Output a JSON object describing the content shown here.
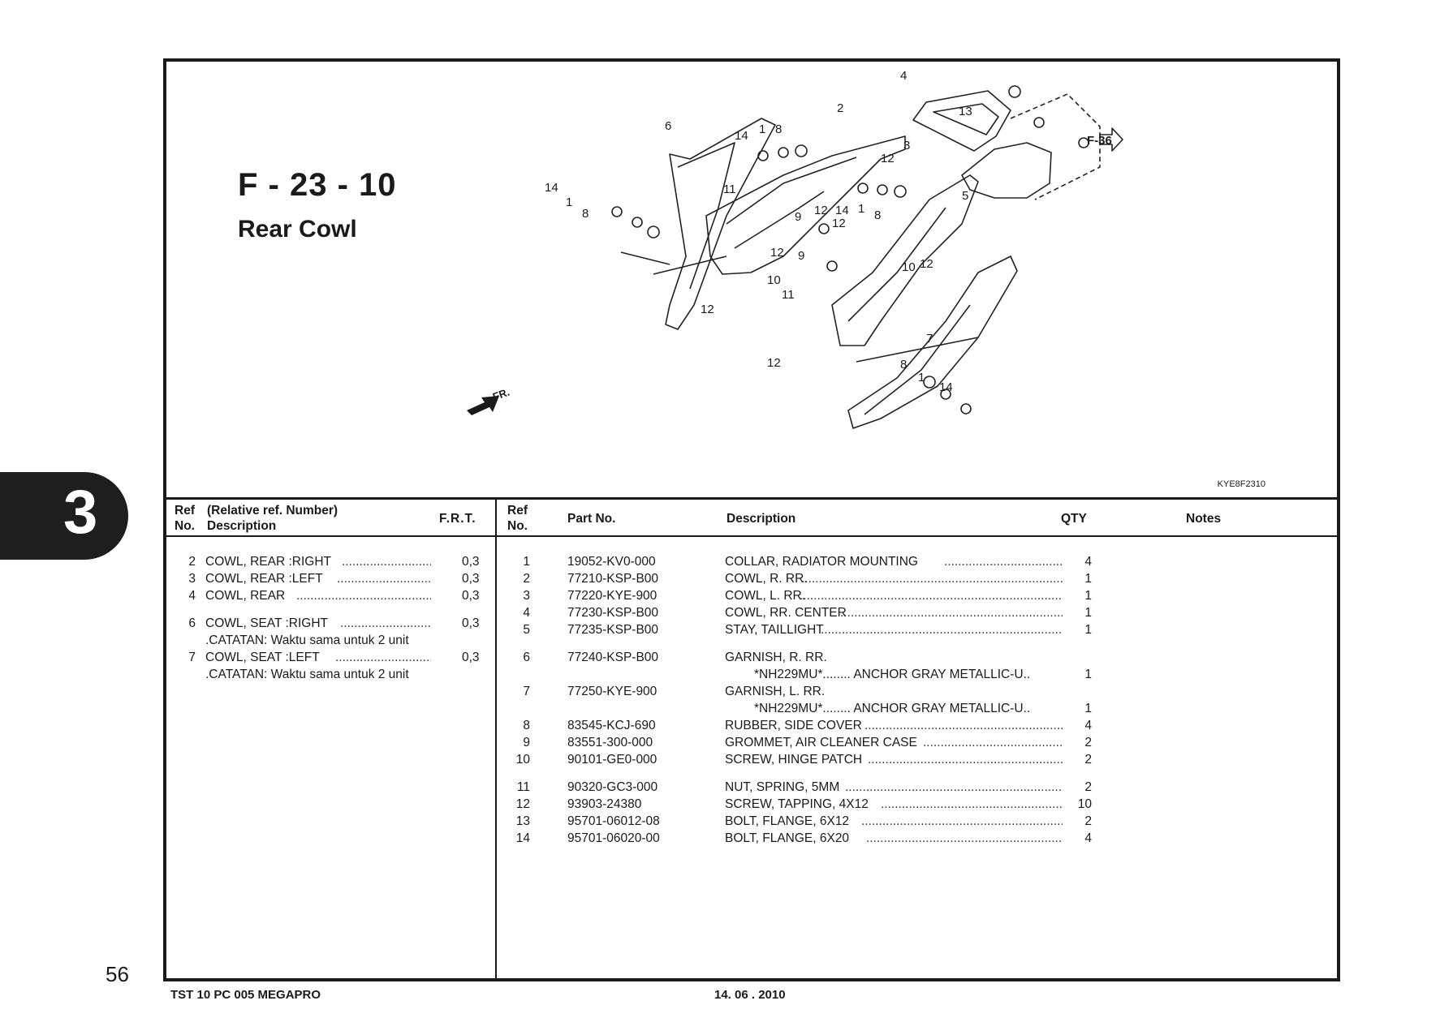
{
  "page": {
    "code": "F - 23 - 10",
    "title": "Rear Cowl",
    "diagram_code": "KYE8F2310",
    "ref_arrow": "F-36",
    "front_label": "FR.",
    "chapter_number": "3",
    "page_number": "56",
    "footer_left": "TST 10 PC 005 MEGAPRO",
    "footer_date": "14. 06 . 2010"
  },
  "callouts": {
    "c4": "4",
    "c2": "2",
    "c13": "13",
    "c6": "6",
    "c14a": "14",
    "c1a": "1",
    "c8a": "8",
    "c12a": "12",
    "c3": "3",
    "c5": "5",
    "c11a": "11",
    "c14b": "14",
    "c1b": "1",
    "c8b": "8",
    "c12b": "12",
    "c14c": "14",
    "c1c": "1",
    "c8c": "8",
    "c9a": "9",
    "c12c": "12",
    "c12d": "12",
    "c10a": "10",
    "c12e": "12",
    "c9b": "9",
    "c12f": "12",
    "c10b": "10",
    "c11b": "11",
    "c12g": "12",
    "c7": "7",
    "c12h": "12",
    "c8d": "8",
    "c1d": "1",
    "c14d": "14"
  },
  "left_table": {
    "headers": {
      "ref": "Ref",
      "no": "No.",
      "relative": "(Relative ref. Number)",
      "description": "Description",
      "frt": "F.R.T."
    },
    "rows": [
      {
        "ref": "2",
        "desc": "COWL, REAR :RIGHT",
        "frt": "0,3"
      },
      {
        "ref": "3",
        "desc": "COWL, REAR :LEFT",
        "frt": "0,3"
      },
      {
        "ref": "4",
        "desc": "COWL, REAR",
        "frt": "0,3"
      },
      {
        "ref": "6",
        "desc": "COWL, SEAT :RIGHT",
        "frt": "0,3"
      },
      {
        "note": ".CATATAN: Waktu sama untuk 2 unit"
      },
      {
        "ref": "7",
        "desc": "COWL, SEAT :LEFT",
        "frt": "0,3"
      },
      {
        "note": ".CATATAN: Waktu sama untuk 2 unit"
      }
    ]
  },
  "parts_table": {
    "headers": {
      "ref": "Ref",
      "no": "No.",
      "part_no": "Part No.",
      "description": "Description",
      "qty": "QTY",
      "notes": "Notes"
    },
    "rows": [
      {
        "ref": "1",
        "part_no": "19052-KV0-000",
        "desc": "COLLAR, RADIATOR MOUNTING",
        "qty": "4"
      },
      {
        "ref": "2",
        "part_no": "77210-KSP-B00",
        "desc": "COWL, R. RR.",
        "qty": "1"
      },
      {
        "ref": "3",
        "part_no": "77220-KYE-900",
        "desc": "COWL, L. RR.",
        "qty": "1"
      },
      {
        "ref": "4",
        "part_no": "77230-KSP-B00",
        "desc": "COWL, RR. CENTER",
        "qty": "1"
      },
      {
        "ref": "5",
        "part_no": "77235-KSP-B00",
        "desc": "STAY, TAILLIGHT",
        "qty": "1"
      },
      {
        "ref": "6",
        "part_no": "77240-KSP-B00",
        "desc": "GARNISH, R. RR.",
        "qty": ""
      },
      {
        "sub": "*NH229MU*........ ANCHOR GRAY METALLIC-U..",
        "qty": "1"
      },
      {
        "ref": "7",
        "part_no": "77250-KYE-900",
        "desc": "GARNISH, L. RR.",
        "qty": ""
      },
      {
        "sub": "*NH229MU*........ ANCHOR GRAY METALLIC-U..",
        "qty": "1"
      },
      {
        "ref": "8",
        "part_no": "83545-KCJ-690",
        "desc": "RUBBER, SIDE COVER",
        "qty": "4"
      },
      {
        "ref": "9",
        "part_no": "83551-300-000",
        "desc": "GROMMET, AIR CLEANER CASE",
        "qty": "2"
      },
      {
        "ref": "10",
        "part_no": "90101-GE0-000",
        "desc": "SCREW, HINGE PATCH",
        "qty": "2"
      },
      {
        "ref": "11",
        "part_no": "90320-GC3-000",
        "desc": "NUT, SPRING, 5MM",
        "qty": "2"
      },
      {
        "ref": "12",
        "part_no": "93903-24380",
        "desc": "SCREW, TAPPING, 4X12",
        "qty": "10"
      },
      {
        "ref": "13",
        "part_no": "95701-06012-08",
        "desc": "BOLT, FLANGE, 6X12",
        "qty": "2"
      },
      {
        "ref": "14",
        "part_no": "95701-06020-00",
        "desc": "BOLT, FLANGE, 6X20",
        "qty": "4"
      }
    ]
  }
}
